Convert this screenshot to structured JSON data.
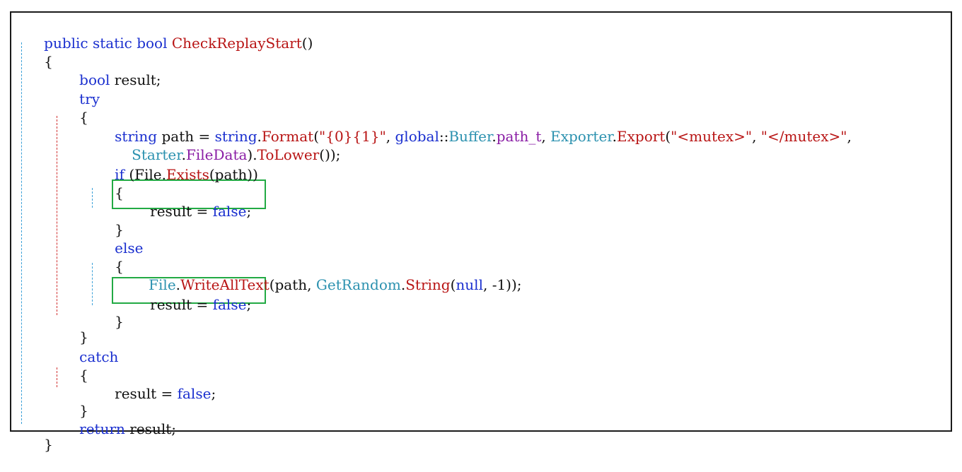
{
  "code": {
    "l1": {
      "kw1": "public static bool ",
      "fn": "CheckReplayStart",
      "p": "()"
    },
    "l2": "{",
    "l3": {
      "kw": "bool",
      "p": " result;"
    },
    "l4": {
      "kw": "try"
    },
    "l5": "{",
    "l6": {
      "kw1": "string",
      "p1": " path = ",
      "kw2": "string",
      "p2": ".",
      "fn1": "Format",
      "p3": "(",
      "s1": "\"{0}{1}\"",
      "p4": ", ",
      "kw3": "global",
      "p5": "::",
      "ty1": "Buffer",
      "p6": ".",
      "mem1": "path_t",
      "p7": ", ",
      "ty2": "Exporter",
      "p8": ".",
      "fn2": "Export",
      "p9": "(",
      "s2": "\"<mutex>\"",
      "p10": ", ",
      "s3": "\"</mutex>\"",
      "p11": ","
    },
    "l7": {
      "ty": "Starter",
      "p1": ".",
      "mem": "FileData",
      "p2": ").",
      "fn": "ToLower",
      "p3": "());"
    },
    "l8": {
      "kw": "if",
      "p1": " (File.",
      "fn": "Exists",
      "p2": "(path))"
    },
    "l9": "{",
    "l10": {
      "p": "result = ",
      "kw": "false",
      "p2": ";"
    },
    "l11": "}",
    "l12": {
      "kw": "else"
    },
    "l13": "{",
    "l14": {
      "ty1": "File",
      "p1": ".",
      "fn1": "WriteAllText",
      "p2": "(path, ",
      "ty2": "GetRandom",
      "p3": ".",
      "fn2": "String",
      "p4": "(",
      "kw": "null",
      "p5": ", -1));"
    },
    "l15": {
      "p": "result = ",
      "kw": "false",
      "p2": ";"
    },
    "l16": "}",
    "l17": "}",
    "l18": {
      "kw": "catch"
    },
    "l19": "{",
    "l20": {
      "p": "result = ",
      "kw": "false",
      "p2": ";"
    },
    "l21": "}",
    "l22": {
      "kw": "return",
      "p": " result;"
    },
    "l23": "}"
  },
  "colors": {
    "keyword": "#1a2fcf",
    "method": "#b81414",
    "type": "#2b91af",
    "member": "#8a1da5",
    "highlight": "#22aa44",
    "guide_outer": "#3aa0d8",
    "guide_inner": "#d03030"
  }
}
